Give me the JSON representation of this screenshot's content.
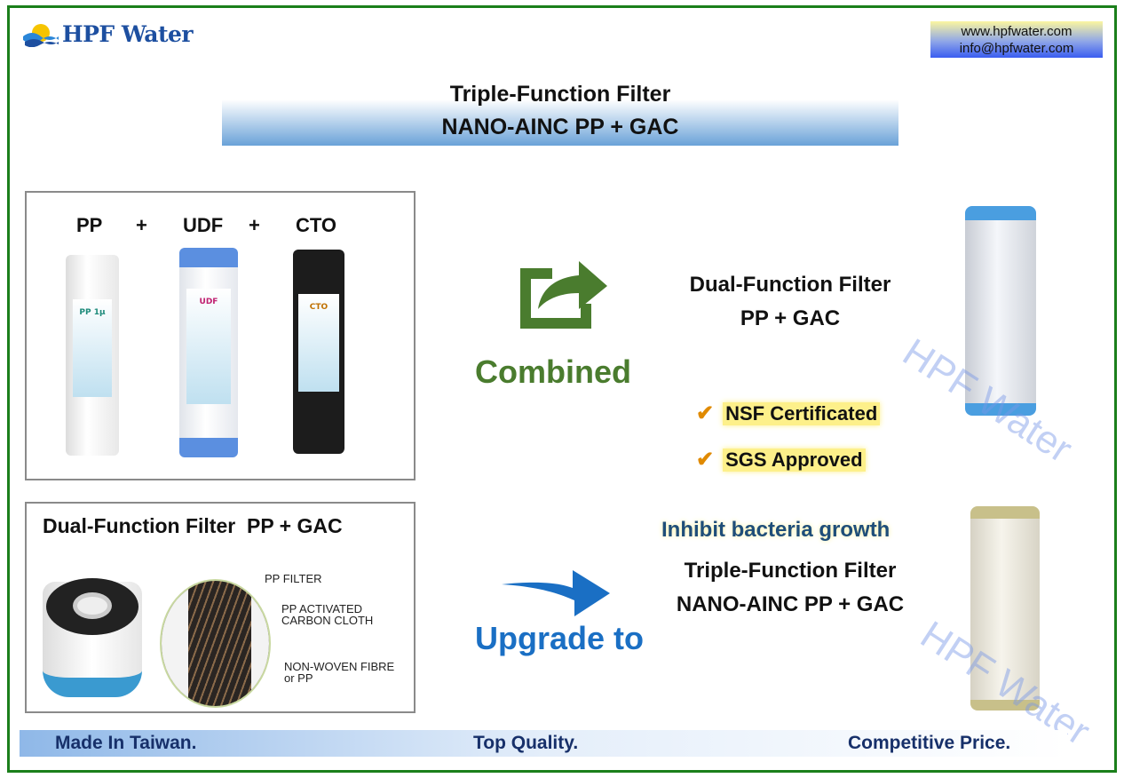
{
  "header": {
    "logo_text": "HPF Water",
    "website": "www.hpfwater.com",
    "email": "info@hpfwater.com"
  },
  "title": {
    "line1": "Triple-Function Filter",
    "line2": "NANO-AINC PP + GAC"
  },
  "combo_box": {
    "labels": [
      "PP",
      "+",
      "UDF",
      "+",
      "CTO"
    ],
    "cartridge_labels": [
      "PP 1µ",
      "UDF",
      "CTO"
    ]
  },
  "dual_box": {
    "title": "Dual-Function Filter  PP + GAC",
    "callouts": [
      "PP FILTER",
      "PP ACTIVATED",
      "CARBON CLOTH",
      "NON-WOVEN FIBRE",
      "or PP"
    ]
  },
  "combined": {
    "label": "Combined",
    "icon": "share-arrow-icon",
    "color": "#4a7c2e"
  },
  "dual_product": {
    "line1": "Dual-Function Filter",
    "line2": "PP + GAC"
  },
  "certs": [
    {
      "icon": "checkmark-icon",
      "text": "NSF Certificated"
    },
    {
      "icon": "checkmark-icon",
      "text": "SGS Approved"
    }
  ],
  "upgrade": {
    "label": "Upgrade to",
    "icon": "curved-arrow-icon",
    "color": "#1a6fc4"
  },
  "triple_product": {
    "tagline": "Inhibit bacteria growth",
    "line1": "Triple-Function Filter",
    "line2": "NANO-AINC PP + GAC"
  },
  "watermark": "HPF Water",
  "footer": {
    "left": "Made In Taiwan.",
    "center": "Top Quality.",
    "right": "Competitive Price."
  }
}
